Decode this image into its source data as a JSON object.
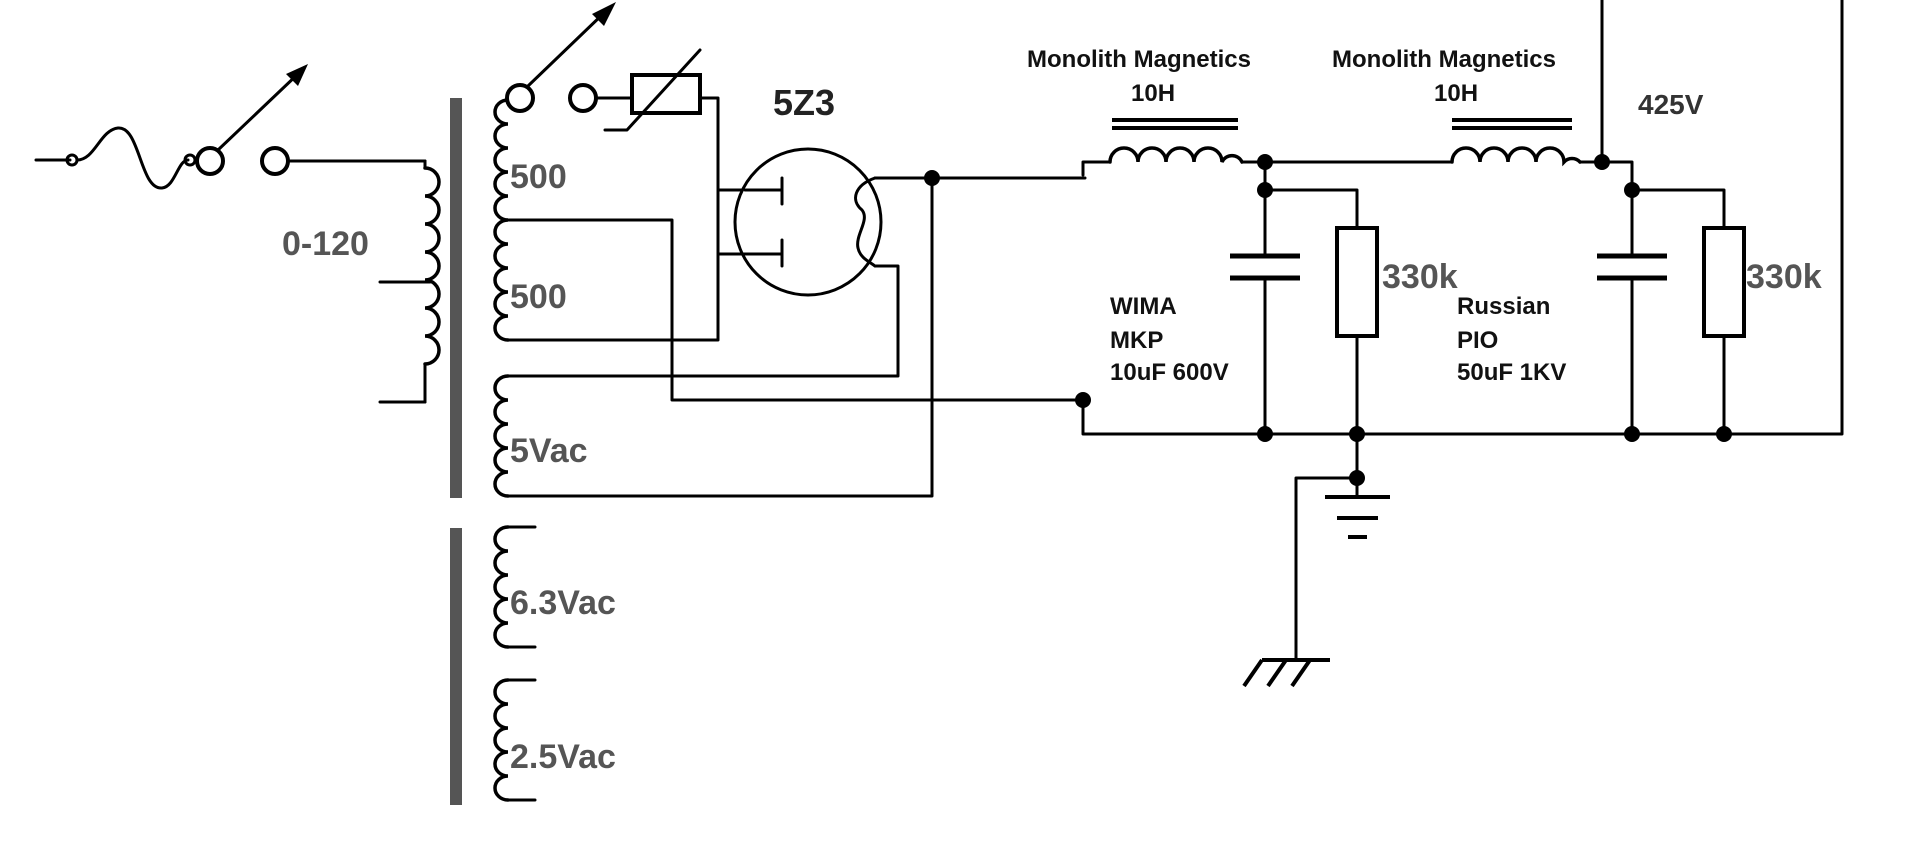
{
  "labels": {
    "primary_voltage": "0-120",
    "hv_winding_upper": "500",
    "hv_winding_lower": "500",
    "rectifier_heater": "5Vac",
    "heater_winding_1": "6.3Vac",
    "heater_winding_2": "2.5Vac",
    "rectifier_tube": "5Z3",
    "choke1_maker": "Monolith Magnetics",
    "choke1_value": "10H",
    "choke2_maker": "Monolith Magnetics",
    "choke2_value": "10H",
    "output_voltage": "425V",
    "cap1_line1": "WIMA",
    "cap1_line2": "MKP",
    "cap1_line3": "10uF 600V",
    "res1_value": "330k",
    "cap2_line1": "Russian",
    "cap2_line2": "PIO",
    "cap2_line3": "50uF 1KV",
    "res2_value": "330k"
  },
  "components": [
    {
      "name": "fuse",
      "icon": "fuse-icon"
    },
    {
      "name": "power-switch",
      "icon": "switch-icon"
    },
    {
      "name": "standby-switch",
      "icon": "switch-icon"
    },
    {
      "name": "thermistor",
      "icon": "thermistor-icon"
    },
    {
      "name": "power-transformer",
      "icon": "transformer-icon"
    },
    {
      "name": "rectifier-tube",
      "icon": "vacuum-tube-icon"
    },
    {
      "name": "choke-1",
      "icon": "inductor-icon"
    },
    {
      "name": "choke-2",
      "icon": "inductor-icon"
    },
    {
      "name": "capacitor-1",
      "icon": "capacitor-icon"
    },
    {
      "name": "capacitor-2",
      "icon": "capacitor-icon"
    },
    {
      "name": "resistor-1",
      "icon": "resistor-icon"
    },
    {
      "name": "resistor-2",
      "icon": "resistor-icon"
    },
    {
      "name": "signal-ground",
      "icon": "ground-icon"
    },
    {
      "name": "chassis-ground",
      "icon": "chassis-ground-icon"
    }
  ]
}
